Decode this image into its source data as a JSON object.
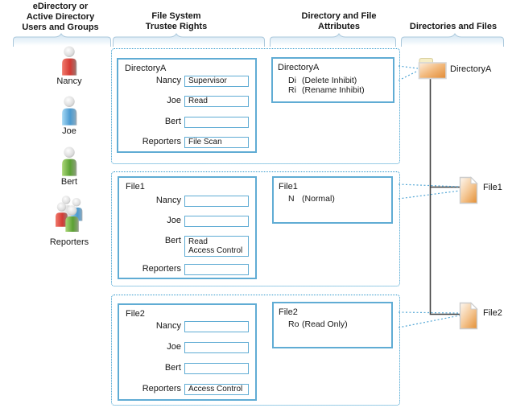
{
  "headers": {
    "users": [
      "eDirectory or",
      "Active Directory",
      "Users and Groups"
    ],
    "trustee_rights": [
      "File System",
      "Trustee Rights"
    ],
    "attributes": [
      "Directory and File",
      "Attributes"
    ],
    "directories": [
      "Directories and Files"
    ]
  },
  "users": [
    {
      "name": "Nancy",
      "icon": "person-red"
    },
    {
      "name": "Joe",
      "icon": "person-blue"
    },
    {
      "name": "Bert",
      "icon": "person-green"
    },
    {
      "name": "Reporters",
      "icon": "group-multicolor"
    }
  ],
  "rows": [
    {
      "name": "DirectoryA",
      "trustees": [
        {
          "user": "Nancy",
          "rights": [
            "Supervisor"
          ]
        },
        {
          "user": "Joe",
          "rights": [
            "Read"
          ]
        },
        {
          "user": "Bert",
          "rights": []
        },
        {
          "user": "Reporters",
          "rights": [
            "File Scan"
          ]
        }
      ],
      "attributes": {
        "title": "DirectoryA",
        "entries": [
          {
            "code": "Di",
            "desc": "(Delete Inhibit)"
          },
          {
            "code": "Ri",
            "desc": "(Rename Inhibit)"
          }
        ]
      },
      "target": {
        "label": "DirectoryA",
        "icon": "folder"
      }
    },
    {
      "name": "File1",
      "trustees": [
        {
          "user": "Nancy",
          "rights": []
        },
        {
          "user": "Joe",
          "rights": []
        },
        {
          "user": "Bert",
          "rights": [
            "Read",
            "Access Control"
          ]
        },
        {
          "user": "Reporters",
          "rights": []
        }
      ],
      "attributes": {
        "title": "File1",
        "entries": [
          {
            "code": "N",
            "desc": "(Normal)"
          }
        ]
      },
      "target": {
        "label": "File1",
        "icon": "file"
      }
    },
    {
      "name": "File2",
      "trustees": [
        {
          "user": "Nancy",
          "rights": []
        },
        {
          "user": "Joe",
          "rights": []
        },
        {
          "user": "Bert",
          "rights": []
        },
        {
          "user": "Reporters",
          "rights": [
            "Access Control"
          ]
        }
      ],
      "attributes": {
        "title": "File2",
        "entries": [
          {
            "code": "Ro",
            "desc": "(Read Only)"
          }
        ]
      },
      "target": {
        "label": "File2",
        "icon": "file"
      }
    }
  ],
  "colors": {
    "dotted_border": "#3399CC",
    "box_border": "#60ACD4",
    "trunk_line": "#404040",
    "connector_dotted": "#55A8D6",
    "folder_orange": "#E18A33",
    "person_red": "#D43A34",
    "person_blue": "#4A9AD0",
    "person_green": "#5BA133"
  }
}
